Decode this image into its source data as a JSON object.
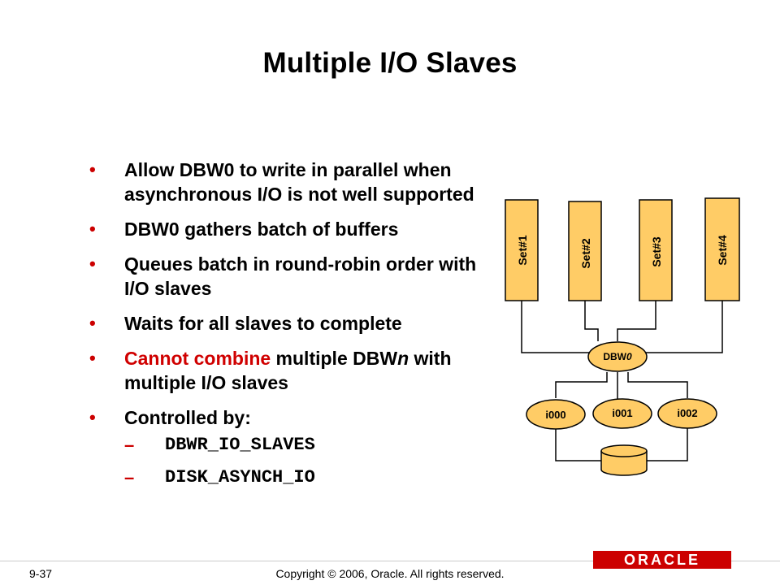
{
  "slide": {
    "title": "Multiple I/O Slaves",
    "bullets": [
      {
        "text": "Allow DBW0 to write in parallel when asynchronous I/O is not well supported"
      },
      {
        "text": "DBW0 gathers batch of buffers"
      },
      {
        "text": "Queues batch in round-robin order with I/O slaves"
      },
      {
        "text": "Waits for all slaves to complete"
      },
      {
        "highlight": "Cannot combine",
        "text_pre": " multiple DBW",
        "text_italic": "n",
        "text_post": " with multiple I/O slaves"
      },
      {
        "text": "Controlled by:"
      }
    ],
    "sub_bullets": [
      "DBWR_IO_SLAVES",
      "DISK_ASYNCH_IO"
    ]
  },
  "diagram": {
    "sets": [
      "Set#1",
      "Set#2",
      "Set#3",
      "Set#4"
    ],
    "writer": {
      "prefix": "DBW",
      "suffix": "0"
    },
    "slaves": [
      "i000",
      "i001",
      "i002"
    ],
    "colors": {
      "fill": "#ffcc66",
      "stroke": "#000000",
      "line": "#000000"
    }
  },
  "footer": {
    "page": "9-37",
    "copyright": "Copyright © 2006, Oracle.  All rights reserved.",
    "logo_text": "ORACLE",
    "logo_color": "#cc0000"
  },
  "colors": {
    "accent": "#cc0000",
    "highlight": "#d00000"
  }
}
